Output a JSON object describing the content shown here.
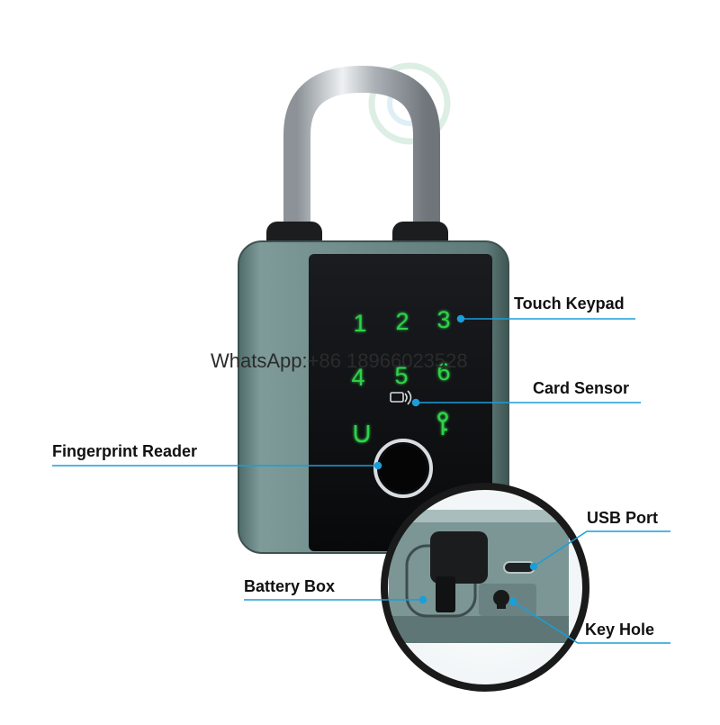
{
  "callouts": {
    "touch_keypad": "Touch Keypad",
    "card_sensor": "Card Sensor",
    "fingerprint_reader": "Fingerprint Reader",
    "usb_port": "USB Port",
    "battery_box": "Battery Box",
    "key_hole": "Key Hole"
  },
  "keypad": {
    "keys": [
      "1",
      "2",
      "3",
      "4",
      "5",
      "6"
    ]
  },
  "watermark": "WhatsApp:+86 18966023528",
  "colors": {
    "callout_line": "#1a9ed9",
    "lock_body": "#6b8a88",
    "panel": "#0c0d0f",
    "key_glow": "#2fd24a",
    "shackle": "#c9ced3"
  }
}
